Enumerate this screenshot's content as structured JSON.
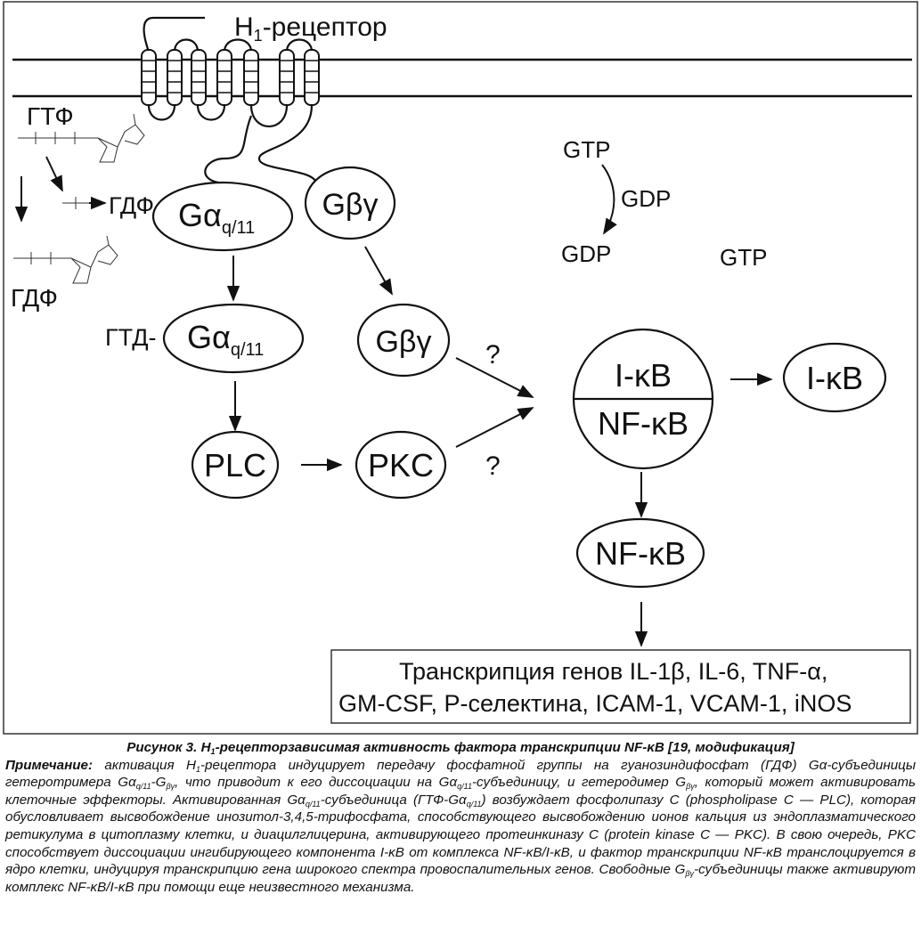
{
  "diagram": {
    "receptor_label": "H",
    "receptor_label_sub": "1",
    "receptor_label_suffix": "-рецептор",
    "gtp_cyr": "ГТФ",
    "gdp_cyr_mid": "ГДФ-",
    "gdp_cyr_bottom": "ГДФ",
    "gtd_label": "ГТД-",
    "galpha_main": "Gα",
    "galpha_sub": "q/11",
    "gbg": "Gβγ",
    "plc": "PLC",
    "pkc": "PKC",
    "question": "?",
    "ikb": "I-κB",
    "nfkb": "NF-κB",
    "gtp_en": "GTP",
    "gdp_en": "GDP",
    "gtp_en_right": "GTP",
    "transcription_line1": "Транскрипция генов IL-1β, IL-6, TNF-α,",
    "transcription_line2": "GM-CSF, Р-селектина, ICAM-1, VCAM-1, iNOS"
  },
  "caption": {
    "title_a": "Рисунок 3. H",
    "title_sub": "1",
    "title_b": "-рецепторзависимая активность фактора транскрипции NF-κB [19, модификация]",
    "note_label": "Примечание:",
    "p1": " активация H",
    "p1_sub": "1",
    "p2": "-рецептора индуцирует передачу фосфатной группы на гуанозиндифосфат (ГДФ) Gα-субъединицы гетеротримера Gα",
    "p2_sub": "q/11",
    "p3": "-G",
    "p3_sub": "βγ",
    "p4": ", что приводит к его диссоциации на Gα",
    "p4_sub": "q/11",
    "p5": "-субъединицу, и гетеродимер G",
    "p5_sub": "βγ",
    "p6": ", который может активировать клеточные эффекторы. Активированная Gα",
    "p6_sub": "q/11",
    "p7": "-субъединица (ГТФ-Gα",
    "p7_sub": "q/11",
    "p8": ") возбуждает фосфолипазу C (phospholipase C — PLC), которая обусловливает высвобождение инозитол-3,4,5-трифосфата, способствующего высвобождению ионов кальция из эндоплазматического ретикулума в цитоплазму клетки, и диацилглицерина, активирующего протеинкиназу C (protein kinase C — PKC). В свою очередь, PKC способствует диссоциации ингибирующего компонента I-κB от комплекса NF-κB/I-κB, и фактор транскрипции NF-κB транслоцируется в ядро клетки, индуцируя транскрипцию гена широкого спектра провоспалительных генов. Свободные G",
    "p8_sub": "βγ",
    "p9": "-субъединицы также активируют комплекс NF-κB/I-κB при помощи еще неизвестного механизма."
  }
}
